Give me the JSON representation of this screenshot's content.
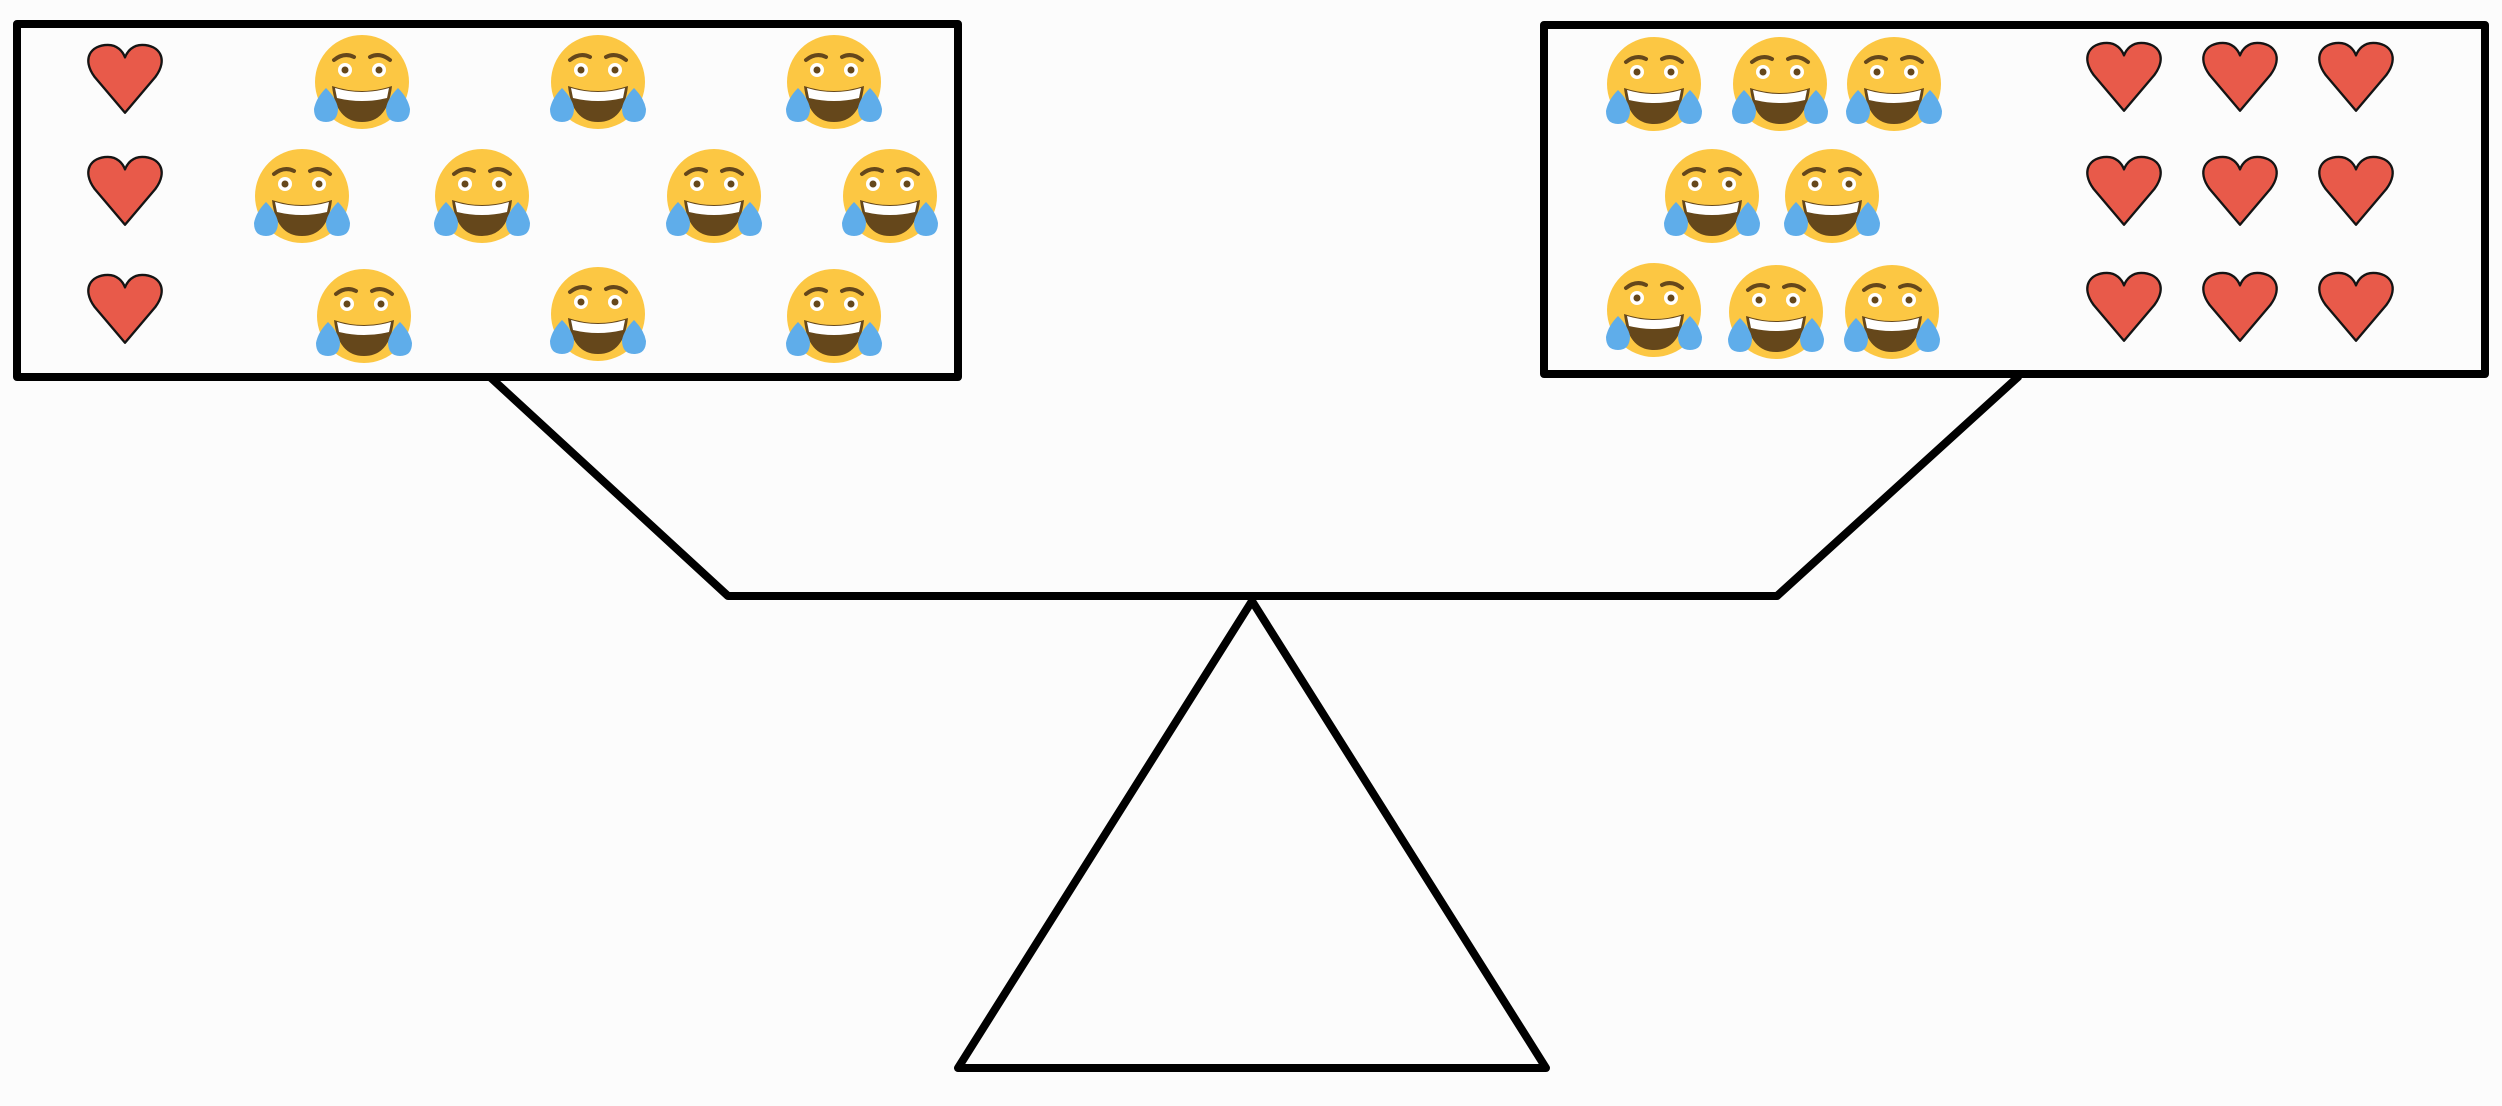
{
  "colors": {
    "background": "#fcfcfc",
    "line": "#000000",
    "heart": "#e85a4a",
    "emoji_face": "#fcc743",
    "emoji_tear": "#5fadea",
    "emoji_mouth": "#65471b"
  },
  "icons": {
    "heart": "heart-icon",
    "emoji": "face-with-tears-of-joy-icon"
  },
  "left_pan": {
    "heart_count": 3,
    "emoji_count": 10
  },
  "right_pan": {
    "heart_count": 9,
    "emoji_count": 8
  }
}
